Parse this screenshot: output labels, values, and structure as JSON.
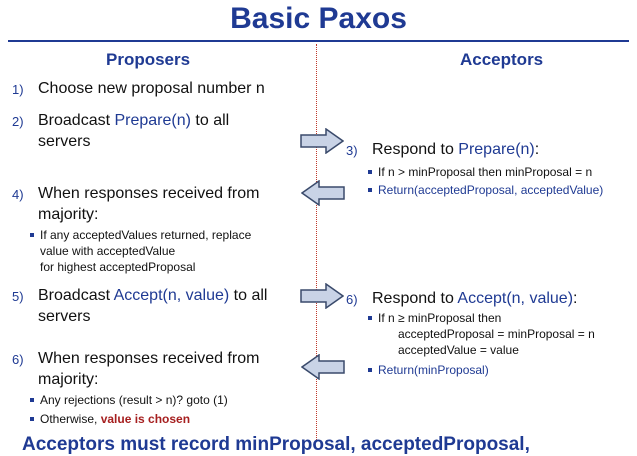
{
  "title": "Basic Paxos",
  "columns": {
    "left": "Proposers",
    "right": "Acceptors"
  },
  "steps": {
    "s1": {
      "num": "1)",
      "text": "Choose new proposal number n"
    },
    "s2": {
      "num": "2)",
      "pre": "Broadcast ",
      "hl": "Prepare(n)",
      "post": " to all",
      "line2": "servers"
    },
    "s3": {
      "num": "3)",
      "pre": "Respond to ",
      "hl": "Prepare(n)",
      "post": ":",
      "b1": "If n > minProposal then minProposal = n",
      "b2": "Return(acceptedProposal, acceptedValue)"
    },
    "s4": {
      "num": "4)",
      "line1": "When responses received from",
      "line2": "majority:",
      "b1": "If any acceptedValues returned, replace",
      "b1l2": "value with acceptedValue",
      "b1l3": "for highest acceptedProposal"
    },
    "s5": {
      "num": "5)",
      "pre": "Broadcast ",
      "hl": "Accept(n, value)",
      "post": " to all",
      "line2": "servers"
    },
    "s6r": {
      "num": "6)",
      "pre": "Respond to ",
      "hl": "Accept(n, value)",
      "post": ":",
      "b1": "If n ≥ minProposal then",
      "b1l2": "acceptedProposal = minProposal = n",
      "b1l3": "acceptedValue = value",
      "b2": "Return(minProposal)"
    },
    "s6l": {
      "num": "6)",
      "line1": "When responses received from",
      "line2": "majority:",
      "b1": "Any rejections (result > n)? goto (1)",
      "b2pre": "Otherwise, ",
      "b2hl": "value is chosen"
    }
  },
  "footer": "Acceptors must record minProposal, acceptedProposal,",
  "colors": {
    "blue": "#1f3a93",
    "red": "#a61f1f",
    "divider": "#c0392b",
    "arrow_fill": "#c9d3e6",
    "arrow_stroke": "#3a4a6b"
  }
}
